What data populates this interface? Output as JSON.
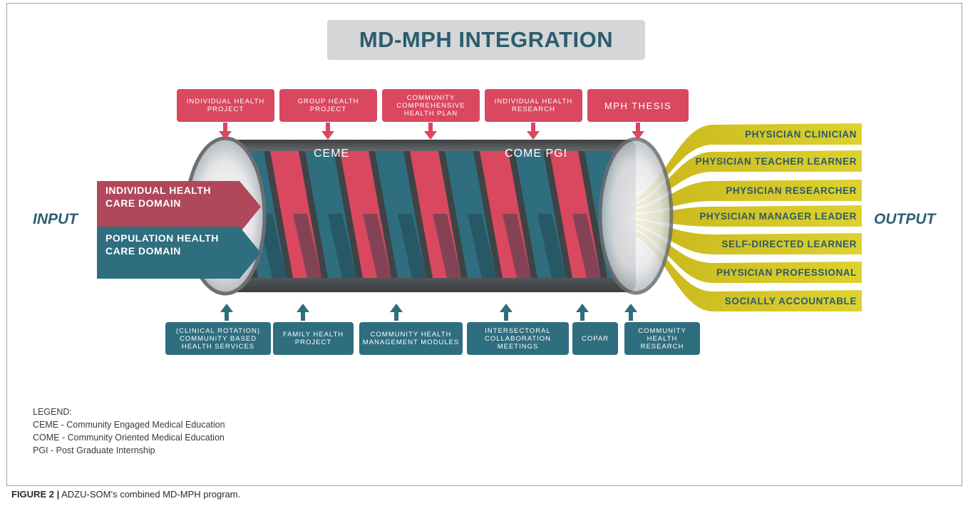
{
  "title": "MD-MPH INTEGRATION",
  "input_label": "INPUT",
  "output_label": "OUTPUT",
  "input_domains": [
    "INDIVIDUAL HEALTH CARE DOMAIN",
    "POPULATION HEALTH CARE DOMAIN"
  ],
  "input_domain_lines": [
    [
      "INDIVIDUAL HEALTH",
      "CARE DOMAIN"
    ],
    [
      "POPULATION HEALTH",
      "CARE DOMAIN"
    ]
  ],
  "tube_labels": [
    "CEME",
    "COME PGI"
  ],
  "top_boxes": [
    "INDIVIDUAL HEALTH PROJECT",
    "GROUP HEALTH PROJECT",
    "COMMUNITY COMPREHENSIVE HEALTH PLAN",
    "INDIVIDUAL HEALTH RESEARCH",
    "MPH THESIS"
  ],
  "bottom_boxes": [
    "(CLINICAL ROTATION) COMMUNITY BASED HEALTH SERVICES",
    "FAMILY HEALTH PROJECT",
    "COMMUNITY HEALTH MANAGEMENT MODULES",
    "INTERSECTORAL COLLABORATION MEETINGS",
    "COPAR",
    "COMMUNITY HEALTH RESEARCH"
  ],
  "outputs": [
    "PHYSICIAN CLINICIAN",
    "PHYSICIAN TEACHER LEARNER",
    "PHYSICIAN RESEARCHER",
    "PHYSICIAN MANAGER LEADER",
    "SELF-DIRECTED LEARNER",
    "PHYSICIAN PROFESSIONAL",
    "SOCIALLY ACCOUNTABLE"
  ],
  "legend": {
    "heading": "LEGEND:",
    "items": [
      "CEME - Community Engaged Medical Education",
      "COME - Community Oriented Medical Education",
      "PGI - Post Graduate Internship"
    ]
  },
  "caption": {
    "label": "FIGURE 2 |",
    "text": " ADZU-SOM’s combined MD-MPH program."
  },
  "colors": {
    "red": "#d9485f",
    "teal": "#2e6e7e",
    "yellow": "#d2c51e",
    "title_text": "#2b5d6e",
    "tube": "#5e6164"
  }
}
